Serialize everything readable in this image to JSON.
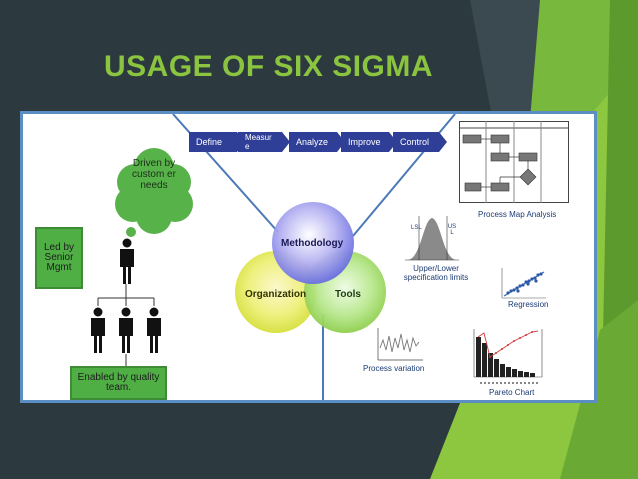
{
  "title": "USAGE OF SIX SIGMA",
  "colors": {
    "background": "#2c3a40",
    "title": "#8bc43f",
    "frame_border": "#5b8fc4",
    "green": "#4fae44",
    "process_step": "#2f3f98"
  },
  "process_steps": [
    "Define",
    "Measur e",
    "Analyze",
    "Improve",
    "Control"
  ],
  "circles": {
    "methodology": "Methodology",
    "organization": "Organization",
    "tools": "Tools"
  },
  "cloud": {
    "text": "Driven by custom er needs"
  },
  "led_box": {
    "text": "Led by Senior Mgmt"
  },
  "enabled_box": {
    "text": "Enabled by quality team."
  },
  "tools": {
    "process_map": "Process Map Analysis",
    "spec_limits": "Upper/Lower specification limits",
    "lsl": "LSL",
    "usl": "US L",
    "regression": "Regression",
    "process_variation": "Process variation",
    "pareto": "Pareto Chart"
  },
  "icons": [
    "person-icon",
    "cloud-icon",
    "process-map-icon",
    "bell-curve-icon",
    "scatter-plot-icon",
    "line-chart-icon",
    "pareto-chart-icon"
  ]
}
